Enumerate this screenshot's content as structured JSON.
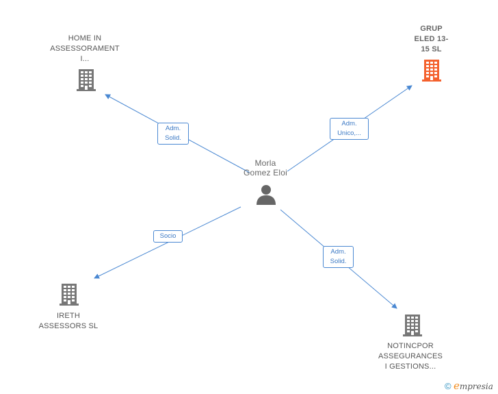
{
  "center": {
    "label_line1": "Morla",
    "label_line2": "Gomez Eloi"
  },
  "nodes": {
    "home": {
      "line1": "HOME IN",
      "line2": "ASSESSORAMENT",
      "line3": "I..."
    },
    "grup": {
      "line1": "GRUP",
      "line2": "ELED 13-",
      "line3": "15  SL"
    },
    "ireth": {
      "line1": "IRETH",
      "line2": "ASSESSORS SL"
    },
    "notincpor": {
      "line1": "NOTINCPOR",
      "line2": "ASSEGURANCES",
      "line3": "I GESTIONS..."
    }
  },
  "edges": {
    "home": {
      "line1": "Adm.",
      "line2": "Solid."
    },
    "grup": {
      "line1": "Adm.",
      "line2": "Unico,..."
    },
    "ireth": {
      "line1": "Socio"
    },
    "notincpor": {
      "line1": "Adm.",
      "line2": "Solid."
    }
  },
  "colors": {
    "edge": "#4a88d2",
    "building_default": "#777777",
    "building_highlight": "#f4612d",
    "person": "#666666"
  },
  "footer": {
    "copyright": "©",
    "brand_initial": "e",
    "brand_rest": "mpresia"
  }
}
